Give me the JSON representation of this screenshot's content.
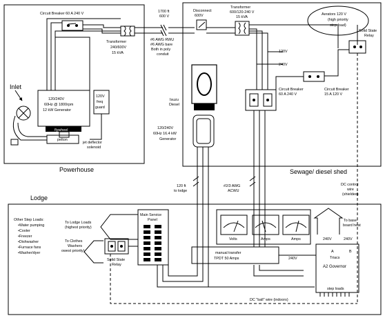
{
  "sections": {
    "powerhouse": "Powerhouse",
    "sewage_shed": "Sewage/ diesel shed",
    "lodge": "Lodge"
  },
  "powerhouse": {
    "circuit_breaker": "Circuit Breaker 60 A 240 V",
    "transformer": [
      "Transformer",
      "240/600V",
      "15 kVA"
    ],
    "generator": [
      "120/240V",
      "60Hz @ 1800rpm",
      "12 kW Generator"
    ],
    "flywheel": "flywheel",
    "freq_guard": [
      "120V",
      "freq",
      "guard"
    ],
    "pelton": "pelton",
    "jet_deflector": [
      "jet deflector",
      "solenoid"
    ],
    "inlet": "Inlet"
  },
  "line": {
    "length": [
      "1700 ft",
      "600 V"
    ],
    "cable": [
      "#6 AWG RWU",
      "#6 AWG bare",
      "Both in poly",
      "conduit"
    ]
  },
  "shed": {
    "disconnect": [
      "Disconnect",
      "600V"
    ],
    "transformer": [
      "Transformer",
      "600/120-240 V",
      "15 kVA"
    ],
    "aerators": [
      "Aerators 120 V",
      "(high priority",
      "step load)"
    ],
    "ssr": [
      "Solid State",
      "Relay"
    ],
    "v120": "120V",
    "v240": "240V",
    "breaker_1": [
      "Circuit Breaker",
      "60 A 240 V"
    ],
    "breaker_2": [
      "Circuit Breaker",
      "15 A 120 V"
    ],
    "isuzu": [
      "Isuzu",
      "Diesel"
    ],
    "diesel_gen": [
      "120/240V",
      "60Hz 16.4 kW",
      "Generator"
    ]
  },
  "runs": {
    "to_lodge": [
      "120 ft",
      "to lodge"
    ],
    "acwu": [
      "#2/3 AWG",
      "ACWU"
    ],
    "dc_control": [
      "DC control",
      "wire",
      "(shielded)"
    ]
  },
  "lodge": {
    "other_loads_title": "Other Step Loads:",
    "other_loads": [
      "•Water pumping",
      "•Cooler",
      "•Freezer",
      "•Dishwasher",
      "•Furnace fans",
      "•Washer/dyer"
    ],
    "to_lodge_loads": [
      "To Lodge Loads",
      "(highest priority)"
    ],
    "to_clothes": [
      "To Clothes",
      "Washers",
      "owest priority)"
    ],
    "ssr": [
      "Solid State",
      "Relay"
    ],
    "main_panel": [
      "Main Service",
      "Panel"
    ],
    "meters": [
      "Volts",
      "Amps",
      "Amps"
    ],
    "transfer": [
      "manual transfer",
      "TPDT 50 Amps"
    ],
    "v240_mid": "240V",
    "baseboard": [
      "To base-",
      "board heat"
    ],
    "v240_a": "240V",
    "v240_b": "240V",
    "triacs": "Triacs",
    "governor": "A2 Governor",
    "step_loads": "step loads",
    "dc_ball": "DC \"ball\" wire (indoors)",
    "letter_a": "A",
    "letter_b": "B"
  }
}
